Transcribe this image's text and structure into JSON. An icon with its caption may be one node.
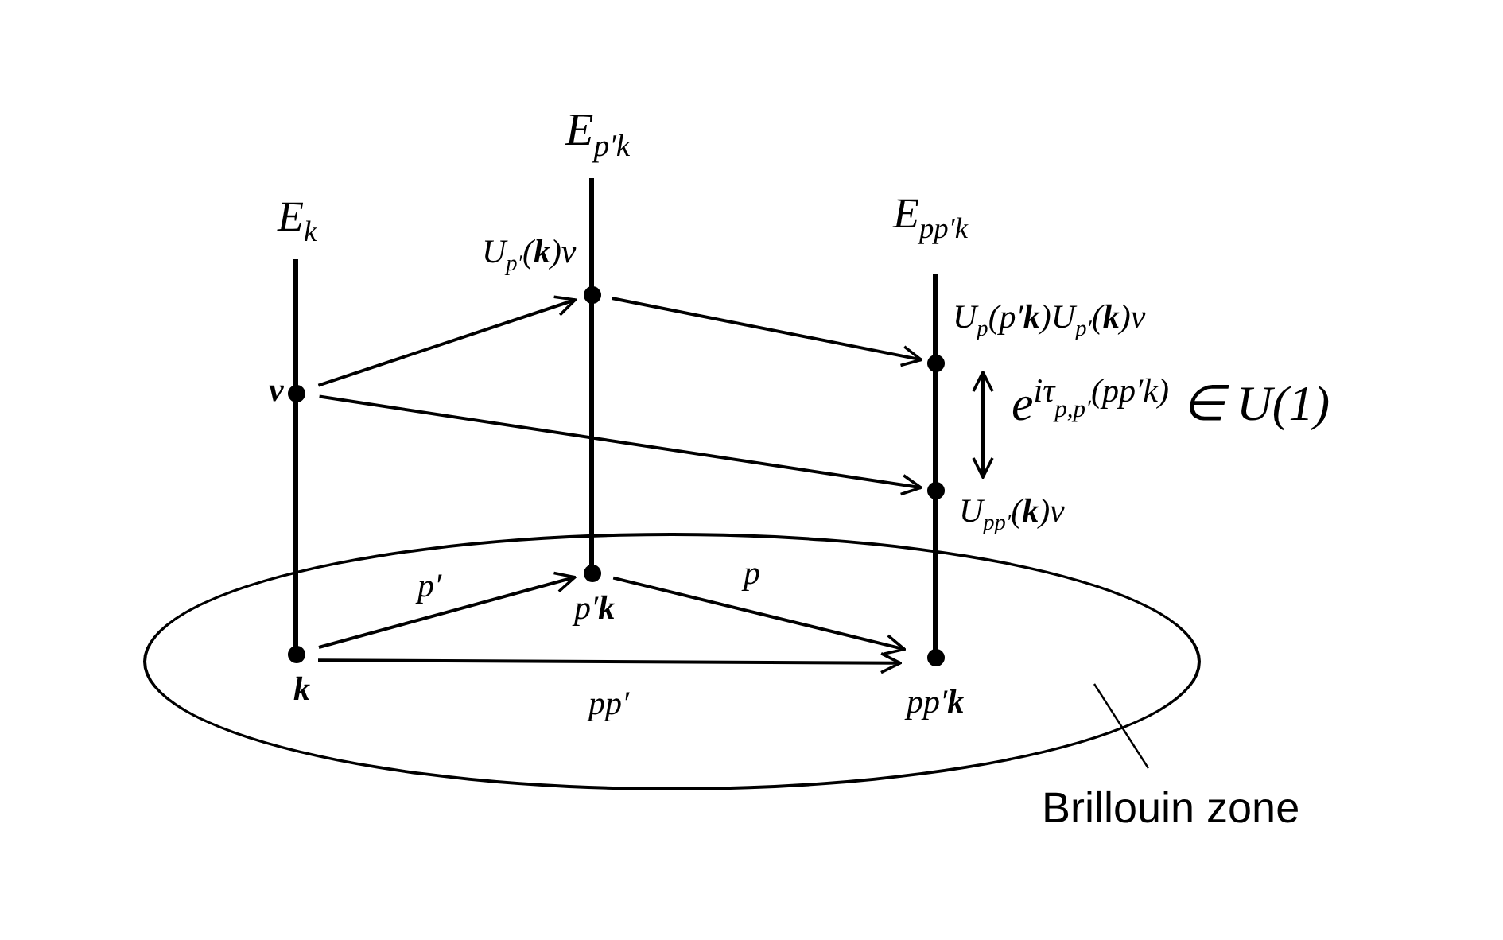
{
  "diagram": {
    "nodes": [
      {
        "text": [
          "U$_{p′}$(**k**)v"
        ]
      },
      {
        "text": [
          "U$_{p}$(p′**k**)U$_{p′}$(**k**)v"
        ]
      },
      {
        "text": [
          "**v**"
        ]
      },
      {
        "text": [
          "U$_{pp′}$(**k**)v"
        ]
      },
      {
        "text": [],
        "shape": "ellipse"
      },
      {
        "text": [
          "p′**k**"
        ],
        "in": 4
      },
      {
        "text": [
          "**k**"
        ],
        "in": 4
      },
      {
        "text": [
          "pp′**k**"
        ],
        "in": 4
      },
      {
        "text": [
          "Brillouin zone"
        ]
      }
    ],
    "edges": [
      {
        "from": 2,
        "to": 0,
        "arrow": "to"
      },
      {
        "from": 0,
        "to": 1,
        "arrow": "to"
      },
      {
        "from": 2,
        "to": 3,
        "arrow": "to"
      },
      {
        "from": 1,
        "to": 3,
        "arrow": "both",
        "label": "e$^{iτ}$$_{p,p′}$$^{(pp′k)}$ ∈ U(1)"
      },
      {
        "from": 6,
        "to": 5,
        "arrow": "to",
        "label": "p′"
      },
      {
        "from": 5,
        "to": 7,
        "arrow": "to",
        "label": "p"
      },
      {
        "from": 6,
        "to": 7,
        "arrow": "to",
        "label": "pp′"
      },
      {
        "from": 8,
        "to": 4,
        "arrow": "none"
      }
    ],
    "labels": [
      "E$_{p′k}$",
      "E$_{k}$",
      "E$_{pp′k}$"
    ]
  }
}
